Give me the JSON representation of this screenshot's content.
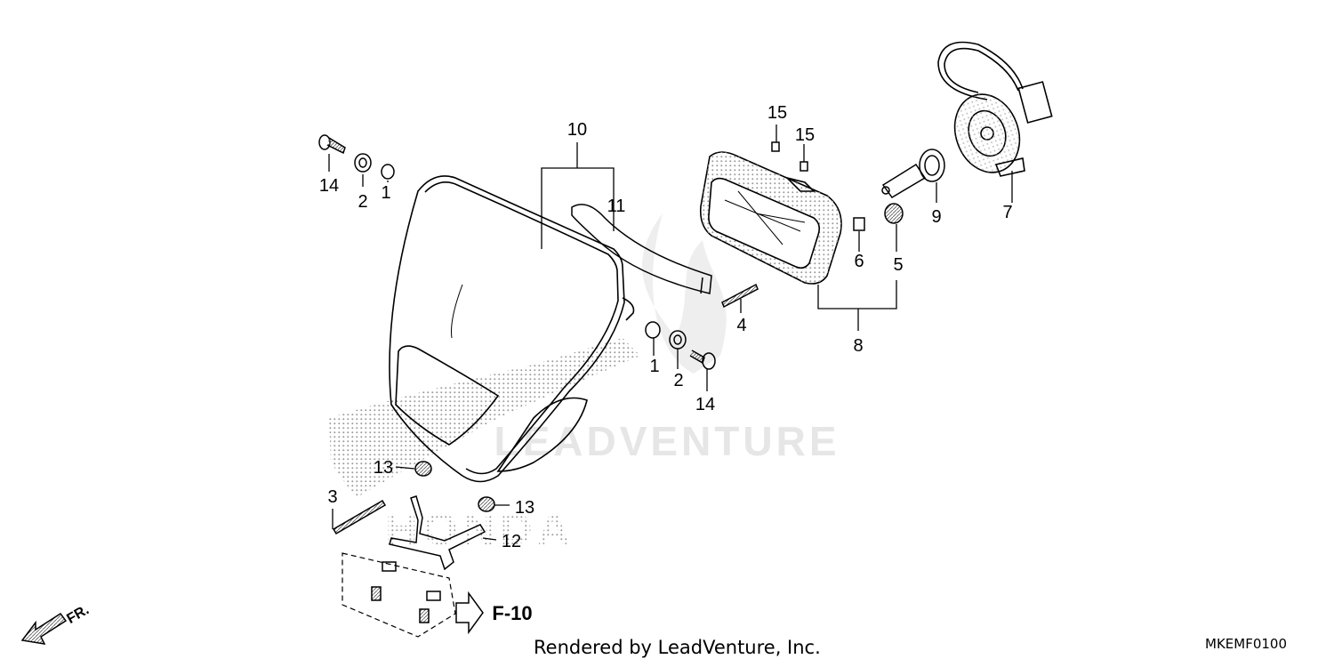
{
  "diagram": {
    "callouts": {
      "p1a": "1",
      "p1b": "1",
      "p2a": "2",
      "p2b": "2",
      "p3": "3",
      "p4": "4",
      "p5": "5",
      "p6": "6",
      "p7": "7",
      "p8": "8",
      "p9": "9",
      "p10": "10",
      "p11": "11",
      "p12": "12",
      "p13a": "13",
      "p13b": "13",
      "p14a": "14",
      "p14b": "14",
      "p15a": "15",
      "p15b": "15"
    },
    "reference": "F-10",
    "direction": "FR.",
    "watermark": "LEADVENTURE",
    "watermark_brand": "HONDA"
  },
  "footer": {
    "credit": "Rendered by LeadVenture, Inc.",
    "code": "MKEMF0100"
  },
  "colors": {
    "line": "#000000",
    "stipple": "#9a9a9a",
    "watermark": "#e6e6e6"
  }
}
